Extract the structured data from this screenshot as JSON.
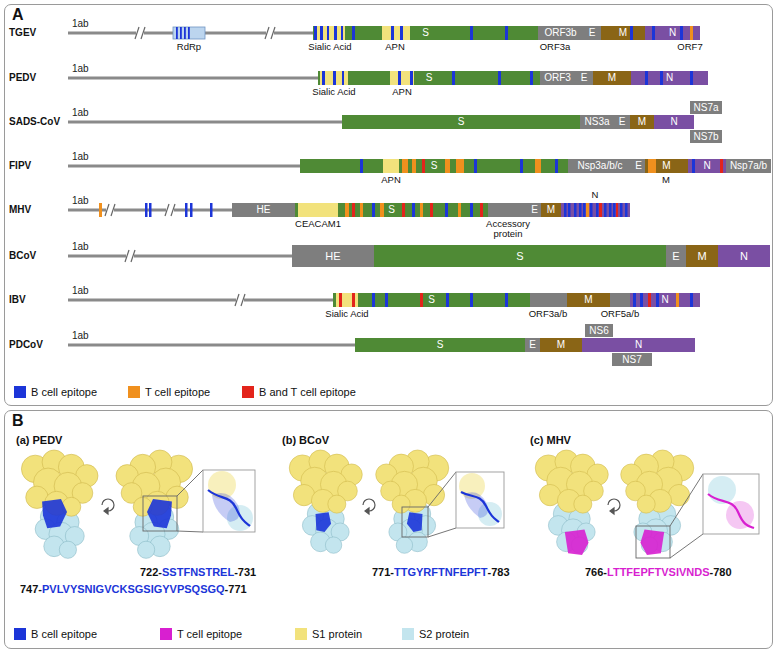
{
  "diagram": {
    "nodes": [
      {
        "text": [
          "A"
        ]
      },
      {
        "text": [
          "S"
        ],
        "in": 0
      },
      {
        "text": [
          "ORF3b"
        ],
        "in": 0
      },
      {
        "text": [
          "E"
        ],
        "in": 0
      },
      {
        "text": [
          "M"
        ],
        "in": 0
      },
      {
        "text": [
          "N"
        ],
        "in": 0
      },
      {
        "text": [
          "S"
        ],
        "in": 0
      },
      {
        "text": [
          "ORF3"
        ],
        "in": 0
      },
      {
        "text": [
          "E"
        ],
        "in": 0
      },
      {
        "text": [
          "M"
        ],
        "in": 0
      },
      {
        "text": [
          "N"
        ],
        "in": 0
      },
      {
        "text": [
          "S"
        ],
        "in": 0
      },
      {
        "text": [
          "NS3a"
        ],
        "in": 0
      },
      {
        "text": [
          "E"
        ],
        "in": 0
      },
      {
        "text": [
          "M"
        ],
        "in": 0
      },
      {
        "text": [
          "N"
        ],
        "in": 0
      },
      {
        "text": [
          "NS7a"
        ],
        "in": 0
      },
      {
        "text": [
          "NS7b"
        ],
        "in": 0
      },
      {
        "text": [
          "S"
        ],
        "in": 0
      },
      {
        "text": [
          "Nsp3a/b/c"
        ],
        "in": 0
      },
      {
        "text": [
          "E"
        ],
        "in": 0
      },
      {
        "text": [
          "M"
        ],
        "in": 0
      },
      {
        "text": [
          "N"
        ],
        "in": 0
      },
      {
        "text": [
          "Nsp7a/b"
        ],
        "in": 0
      },
      {
        "text": [
          "HE"
        ],
        "in": 0
      },
      {
        "text": [
          "S"
        ],
        "in": 0
      },
      {
        "text": [
          "E"
        ],
        "in": 0
      },
      {
        "text": [
          "M"
        ],
        "in": 0
      },
      {
        "text": [
          "HE"
        ],
        "in": 0
      },
      {
        "text": [
          "S"
        ],
        "in": 0
      },
      {
        "text": [
          "E"
        ],
        "in": 0
      },
      {
        "text": [
          "M"
        ],
        "in": 0
      },
      {
        "text": [
          "N"
        ],
        "in": 0
      },
      {
        "text": [
          "S"
        ],
        "in": 0
      },
      {
        "text": [
          "M"
        ],
        "in": 0
      },
      {
        "text": [
          "N"
        ],
        "in": 0
      },
      {
        "text": [
          "S"
        ],
        "in": 0
      },
      {
        "text": [
          "E"
        ],
        "in": 0
      },
      {
        "text": [
          "M"
        ],
        "in": 0
      },
      {
        "text": [
          "NS6"
        ],
        "in": 0
      },
      {
        "text": [
          "N"
        ],
        "in": 0
      },
      {
        "text": [
          "NS7"
        ],
        "in": 0
      },
      {
        "text": [
          "B"
        ]
      }
    ],
    "labels": [
      "TGEV",
      "1ab",
      "RdRp",
      "Sialic Acid",
      "APN",
      "ORF3a",
      "ORF7",
      "PEDV",
      "1ab",
      "Sialic Acid",
      "APN",
      "SADS-CoV",
      "1ab",
      "FIPV",
      "1ab",
      "APN",
      "M",
      "MHV",
      "1ab",
      "CEACAM1",
      "Accessory protein",
      "N",
      "BCoV",
      "1ab",
      "IBV",
      "1ab",
      "Sialic Acid",
      "ORF3a/b",
      "ORF5a/b",
      "PDCoV",
      "1ab",
      "(a) PEDV",
      "(b) BCoV",
      "(c) MHV",
      "722-",
      "SSTFNSTREL",
      "-731",
      "747-",
      "PVLVYSNIGVCKSGSIGYVPSQSGQ",
      "-771",
      "771-",
      "TTGYRFTNFEPFT",
      "-783",
      "766-",
      "LTTFEPFTVSIVNDS",
      "-780"
    ],
    "legend": [
      {
        "text": "B cell epitope",
        "color": "#1c35d8"
      },
      {
        "text": "T cell epitope",
        "color": "#f0901e"
      },
      {
        "text": "B and T cell epitope",
        "color": "#e3241b"
      },
      {
        "text": "B cell epitope",
        "color": "#1c35d8"
      },
      {
        "text": "T cell epitope",
        "color": "#d81fd0"
      },
      {
        "text": "S1 protein",
        "color": "#f2e27c"
      },
      {
        "text": "S2 protein",
        "color": "#c3e5ee"
      }
    ]
  }
}
